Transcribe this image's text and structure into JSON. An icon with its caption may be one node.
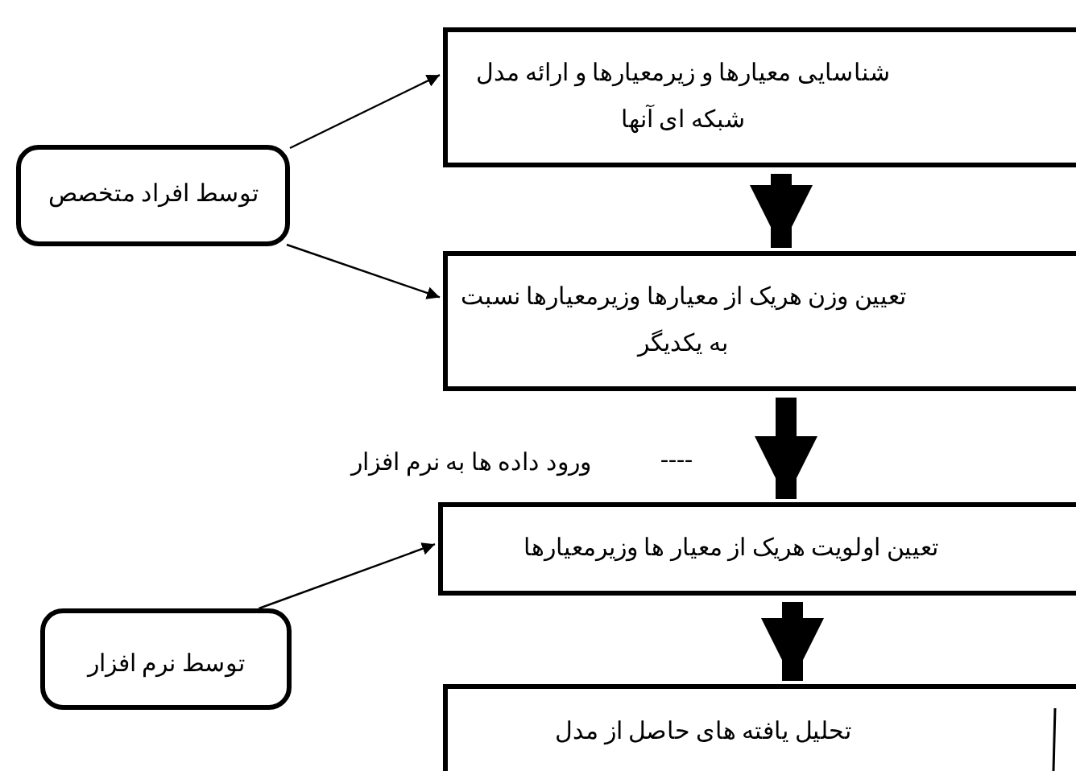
{
  "diagram": {
    "nodes": [
      {
        "text": [
          "شناسایی معیارها و زیرمعیارها و ارائه مدل شبکه ای آنها"
        ]
      },
      {
        "text": [
          "توسط افراد متخصص"
        ]
      },
      {
        "text": [
          "تعیین وزن هریک از معیارها وزیرمعیارها نسبت به یکدیگر"
        ]
      },
      {
        "text": [
          "تعیین اولویت هریک از معیار ها وزیرمعیارها"
        ]
      },
      {
        "text": [
          "توسط نرم افزار"
        ]
      },
      {
        "text": [
          "تحلیل یافته های حاصل از مدل"
        ]
      }
    ],
    "edges": [
      {
        "from": 1,
        "to": 0,
        "arrow": "to"
      },
      {
        "from": 1,
        "to": 2,
        "arrow": "to"
      },
      {
        "from": 0,
        "to": 2,
        "arrow": "to",
        "style": "thick"
      },
      {
        "from": 2,
        "to": 3,
        "arrow": "to",
        "style": "thick"
      },
      {
        "from": 4,
        "to": 3,
        "arrow": "to"
      },
      {
        "from": 3,
        "to": 5,
        "arrow": "to",
        "style": "thick"
      }
    ],
    "labels": [
      "ورود داده ها به نرم افزار",
      "----"
    ]
  }
}
